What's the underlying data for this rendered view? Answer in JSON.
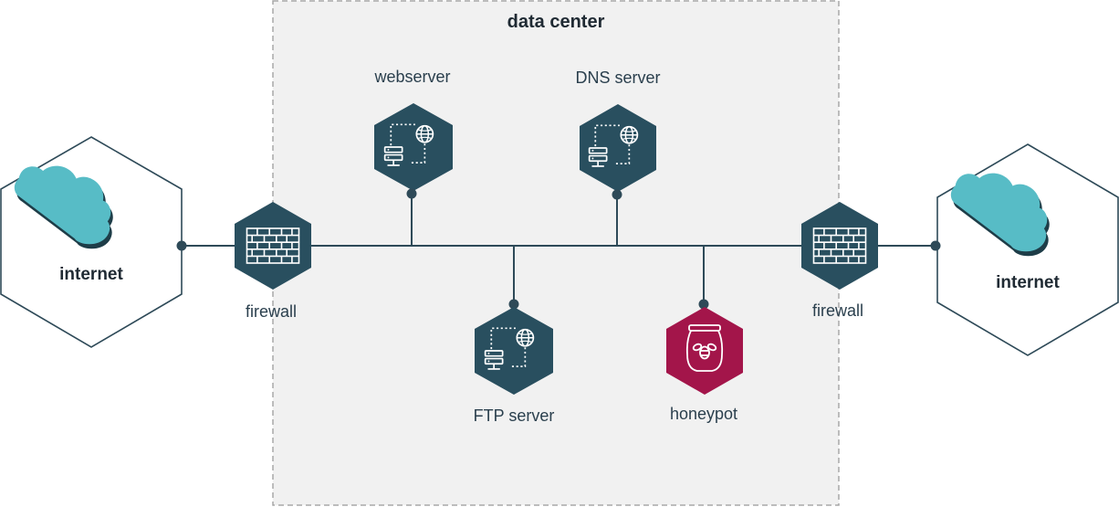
{
  "zone": {
    "title": "data center"
  },
  "nodes": {
    "internet_left": {
      "label": "internet"
    },
    "internet_right": {
      "label": "internet"
    },
    "firewall_left": {
      "label": "firewall"
    },
    "firewall_right": {
      "label": "firewall"
    },
    "webserver": {
      "label": "webserver"
    },
    "dns_server": {
      "label": "DNS server"
    },
    "ftp_server": {
      "label": "FTP server"
    },
    "honeypot": {
      "label": "honeypot"
    }
  },
  "colors": {
    "node_dark": "#294f5f",
    "honeypot": "#a3154a",
    "cloud": "#57bcc6",
    "cloud_shadow": "#1e3d48",
    "line": "#2e4a58",
    "zone_fill": "#f1f1f1",
    "zone_border": "#a8a8a8"
  },
  "icons": {
    "firewall": "brick-wall-icon",
    "server": "server-globe-icon",
    "honeypot": "honey-jar-icon",
    "internet": "cloud-icon"
  }
}
